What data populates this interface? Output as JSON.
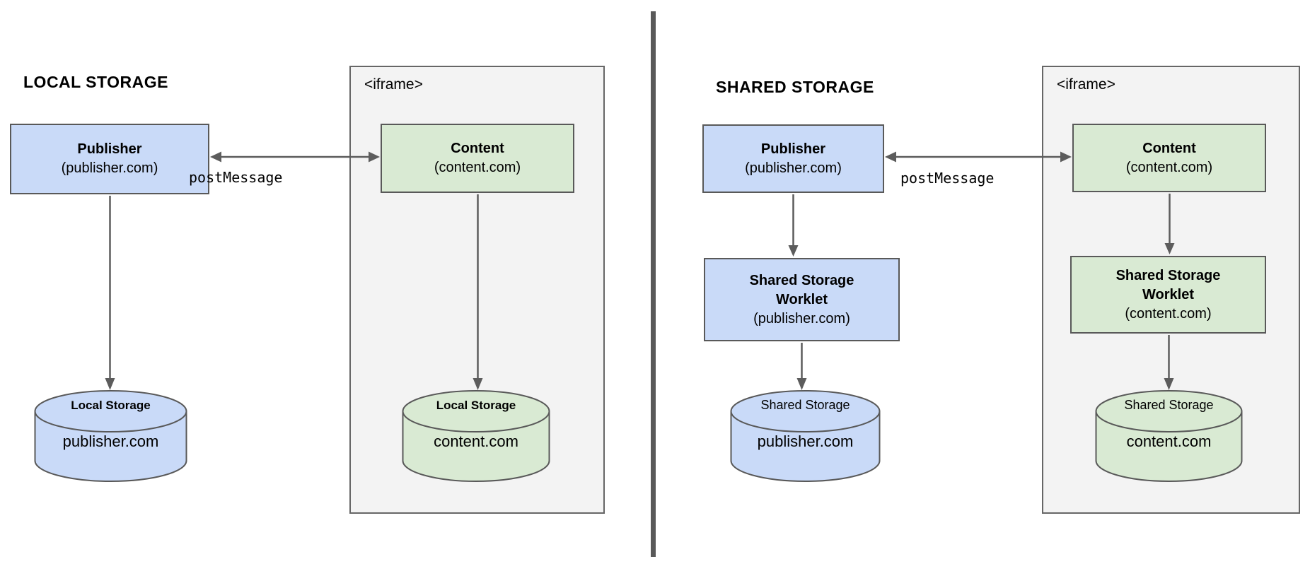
{
  "diagram": {
    "colors": {
      "publisher_fill": "#c9daf8",
      "content_fill": "#d9ead3",
      "iframe_fill": "#f3f3f3",
      "border": "#595959",
      "arrow": "#5c5c5c"
    },
    "left": {
      "title": "LOCAL STORAGE",
      "publisher": {
        "name": "Publisher",
        "domain": "(publisher.com)"
      },
      "post_message_label": "postMessage",
      "iframe_label": "<iframe>",
      "content": {
        "name": "Content",
        "domain": "(content.com)"
      },
      "publisher_storage": {
        "label": "Local Storage",
        "domain": "publisher.com"
      },
      "content_storage": {
        "label": "Local Storage",
        "domain": "content.com"
      }
    },
    "right": {
      "title": "SHARED STORAGE",
      "publisher": {
        "name": "Publisher",
        "domain": "(publisher.com)"
      },
      "post_message_label": "postMessage",
      "iframe_label": "<iframe>",
      "content": {
        "name": "Content",
        "domain": "(content.com)"
      },
      "publisher_worklet": {
        "line1": "Shared Storage",
        "line2": "Worklet",
        "domain": "(publisher.com)"
      },
      "content_worklet": {
        "line1": "Shared Storage",
        "line2": "Worklet",
        "domain": "(content.com)"
      },
      "publisher_storage": {
        "label": "Shared Storage",
        "domain": "publisher.com"
      },
      "content_storage": {
        "label": "Shared Storage",
        "domain": "content.com"
      }
    }
  }
}
